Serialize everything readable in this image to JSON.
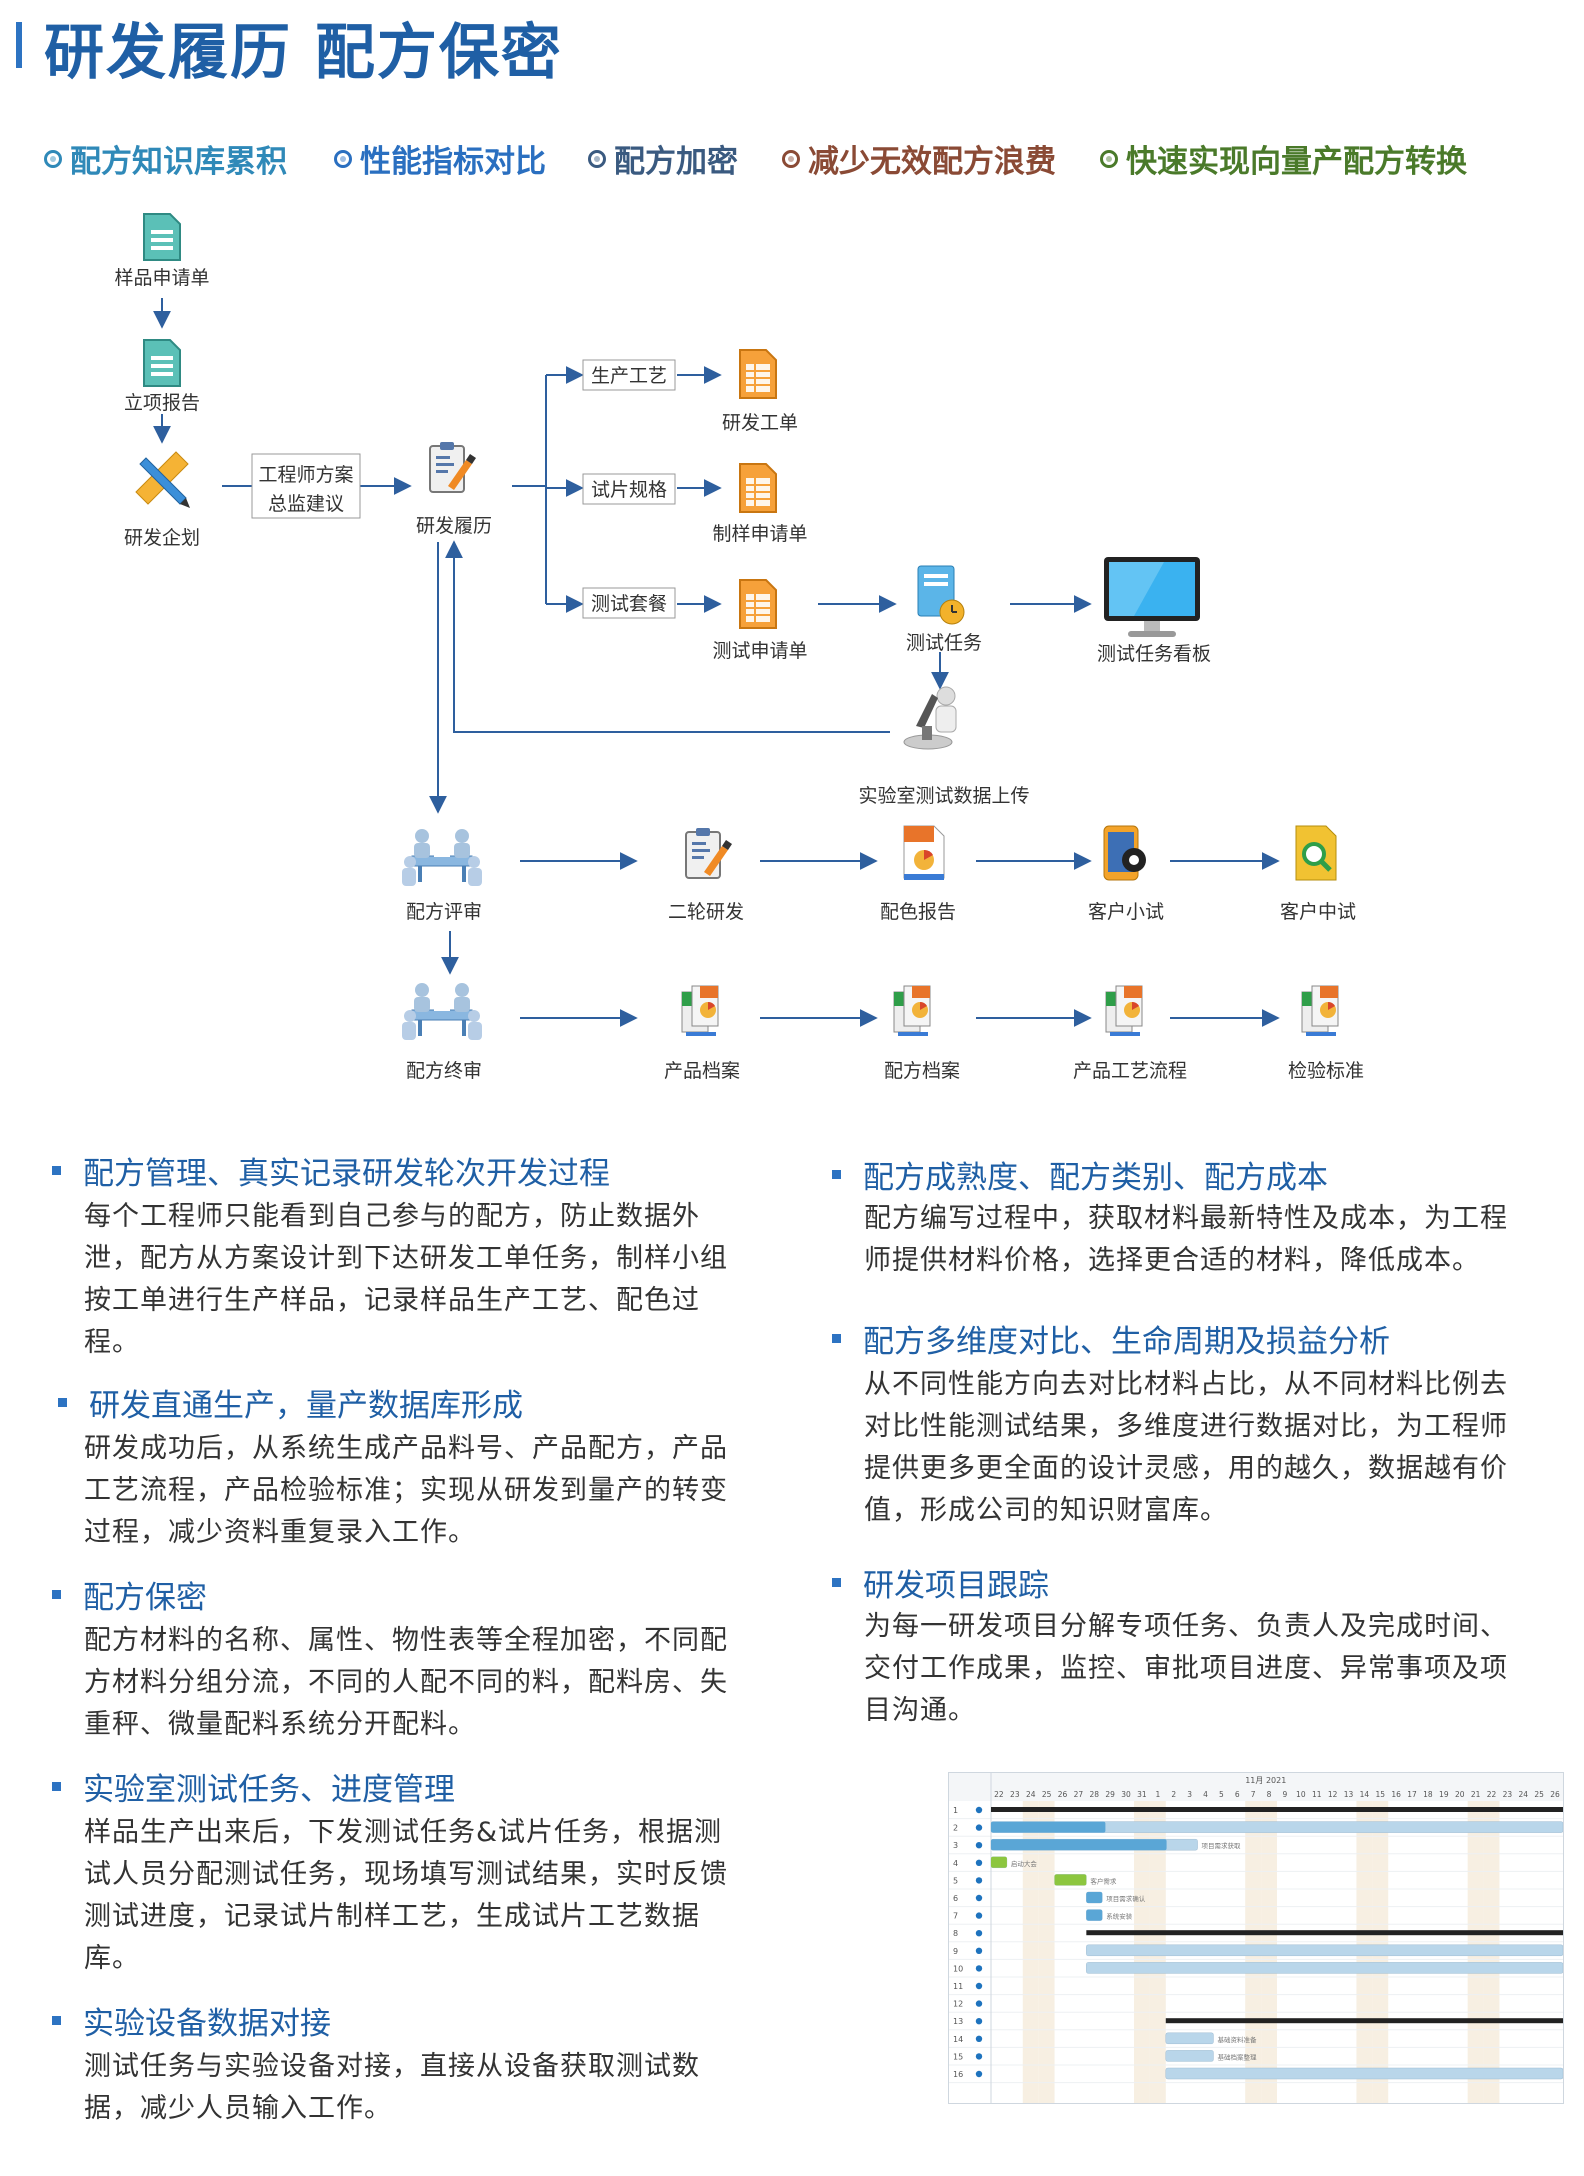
{
  "title": "研发履历 配方保密",
  "tags": [
    {
      "label": "配方知识库累积",
      "color": "#2f89b8"
    },
    {
      "label": "性能指标对比",
      "color": "#2a6fc0"
    },
    {
      "label": "配方加密",
      "color": "#3a5a80"
    },
    {
      "label": "减少无效配方浪费",
      "color": "#8a4a35"
    },
    {
      "label": "快速实现向量产配方转换",
      "color": "#4a7a2a"
    }
  ],
  "flow": {
    "sample_request": "样品申请单",
    "project_report": "立项报告",
    "rd_plan": "研发企划",
    "engineer_box_line1": "工程师方案",
    "engineer_box_line2": "总监建议",
    "rd_history": "研发履历",
    "box_process": "生产工艺",
    "box_spec": "试片规格",
    "box_test_pkg": "测试套餐",
    "rd_work_order": "研发工单",
    "sample_make_request": "制样申请单",
    "test_request": "测试申请单",
    "test_task": "测试任务",
    "test_board": "测试任务看板",
    "lab_upload": "实验室测试数据上传",
    "formula_review": "配方评审",
    "second_rd": "二轮研发",
    "color_report": "配色报告",
    "customer_small": "客户小试",
    "customer_mid": "客户中试",
    "formula_final": "配方终审",
    "product_archive": "产品档案",
    "formula_archive": "配方档案",
    "product_process": "产品工艺流程",
    "inspection_std": "检验标准"
  },
  "sections_left": [
    {
      "heading": "配方管理、真实记录研发轮次开发过程",
      "lines": [
        "每个工程师只能看到自己参与的配方，防止数据外",
        "泄，配方从方案设计到下达研发工单任务，制样小组",
        "按工单进行生产样品，记录样品生产工艺、配色过",
        "程。"
      ]
    },
    {
      "heading": "研发直通生产，量产数据库形成",
      "lines": [
        "研发成功后，从系统生成产品料号、产品配方，产品",
        "工艺流程，产品检验标准；实现从研发到量产的转变",
        "过程，减少资料重复录入工作。"
      ]
    },
    {
      "heading": "配方保密",
      "lines": [
        "配方材料的名称、属性、物性表等全程加密，不同配",
        "方材料分组分流，不同的人配不同的料，配料房、失",
        "重秤、微量配料系统分开配料。"
      ]
    },
    {
      "heading": "实验室测试任务、进度管理",
      "lines": [
        "样品生产出来后，下发测试任务&试片任务，根据测",
        "试人员分配测试任务，现场填写测试结果，实时反馈",
        "测试进度，记录试片制样工艺，生成试片工艺数据",
        "库。"
      ]
    },
    {
      "heading": "实验设备数据对接",
      "lines": [
        "测试任务与实验设备对接，直接从设备获取测试数",
        "据，减少人员输入工作。"
      ]
    }
  ],
  "sections_right": [
    {
      "heading": "配方成熟度、配方类别、配方成本",
      "lines": [
        "配方编写过程中，获取材料最新特性及成本，为工程",
        "师提供材料价格，选择更合适的材料，降低成本。"
      ]
    },
    {
      "heading": "配方多维度对比、生命周期及损益分析",
      "lines": [
        "从不同性能方向去对比材料占比，从不同材料比例去",
        "对比性能测试结果，多维度进行数据对比，为工程师",
        "提供更多更全面的设计灵感，用的越久，数据越有价",
        "值，形成公司的知识财富库。"
      ]
    },
    {
      "heading": "研发项目跟踪",
      "lines": [
        "为每一研发项目分解专项任务、负责人及完成时间、",
        "交付工作成果，监控、审批项目进度、异常事项及项",
        "目沟通。"
      ]
    }
  ],
  "gantt": {
    "month": "11月 2021",
    "days": [
      "22",
      "23",
      "24",
      "25",
      "26",
      "27",
      "28",
      "29",
      "30",
      "31",
      "1",
      "2",
      "3",
      "4",
      "5",
      "6",
      "7",
      "8",
      "9",
      "10",
      "11",
      "12",
      "13",
      "14",
      "15",
      "16",
      "17",
      "18",
      "19",
      "20",
      "21",
      "22",
      "23",
      "24",
      "25",
      "26"
    ],
    "rows": [
      "1",
      "2",
      "3",
      "4",
      "5",
      "6",
      "7",
      "8",
      "9",
      "10",
      "11",
      "12",
      "13",
      "14",
      "15",
      "16"
    ],
    "tasks": [
      {
        "row": 1,
        "start": 0,
        "end": 36,
        "kind": "summary",
        "label": ""
      },
      {
        "row": 2,
        "start": 0,
        "end": 36,
        "kind": "blue",
        "progress": 0.2,
        "label": ""
      },
      {
        "row": 3,
        "start": 0,
        "end": 13,
        "kind": "blue",
        "progress": 0.85,
        "label": "项目需求获取"
      },
      {
        "row": 4,
        "start": 0,
        "end": 1,
        "kind": "green",
        "progress": 1,
        "label": "启动大会"
      },
      {
        "row": 5,
        "start": 4,
        "end": 6,
        "kind": "green",
        "progress": 1,
        "label": "客户需求"
      },
      {
        "row": 6,
        "start": 6,
        "end": 7,
        "kind": "blue",
        "progress": 1,
        "label": "项目需求确认"
      },
      {
        "row": 7,
        "start": 6,
        "end": 7,
        "kind": "blue",
        "progress": 1,
        "label": "系统安装"
      },
      {
        "row": 8,
        "start": 6,
        "end": 36,
        "kind": "summary",
        "label": ""
      },
      {
        "row": 9,
        "start": 6,
        "end": 36,
        "kind": "blue",
        "progress": 0,
        "label": ""
      },
      {
        "row": 10,
        "start": 6,
        "end": 36,
        "kind": "blue",
        "progress": 0,
        "label": ""
      },
      {
        "row": 13,
        "start": 11,
        "end": 36,
        "kind": "summary",
        "label": ""
      },
      {
        "row": 14,
        "start": 11,
        "end": 14,
        "kind": "blue",
        "progress": 0,
        "label": "基础资料准备"
      },
      {
        "row": 15,
        "start": 11,
        "end": 14,
        "kind": "blue",
        "progress": 0,
        "label": "基础档案整理"
      },
      {
        "row": 16,
        "start": 11,
        "end": 36,
        "kind": "blue",
        "progress": 0,
        "label": ""
      }
    ]
  }
}
